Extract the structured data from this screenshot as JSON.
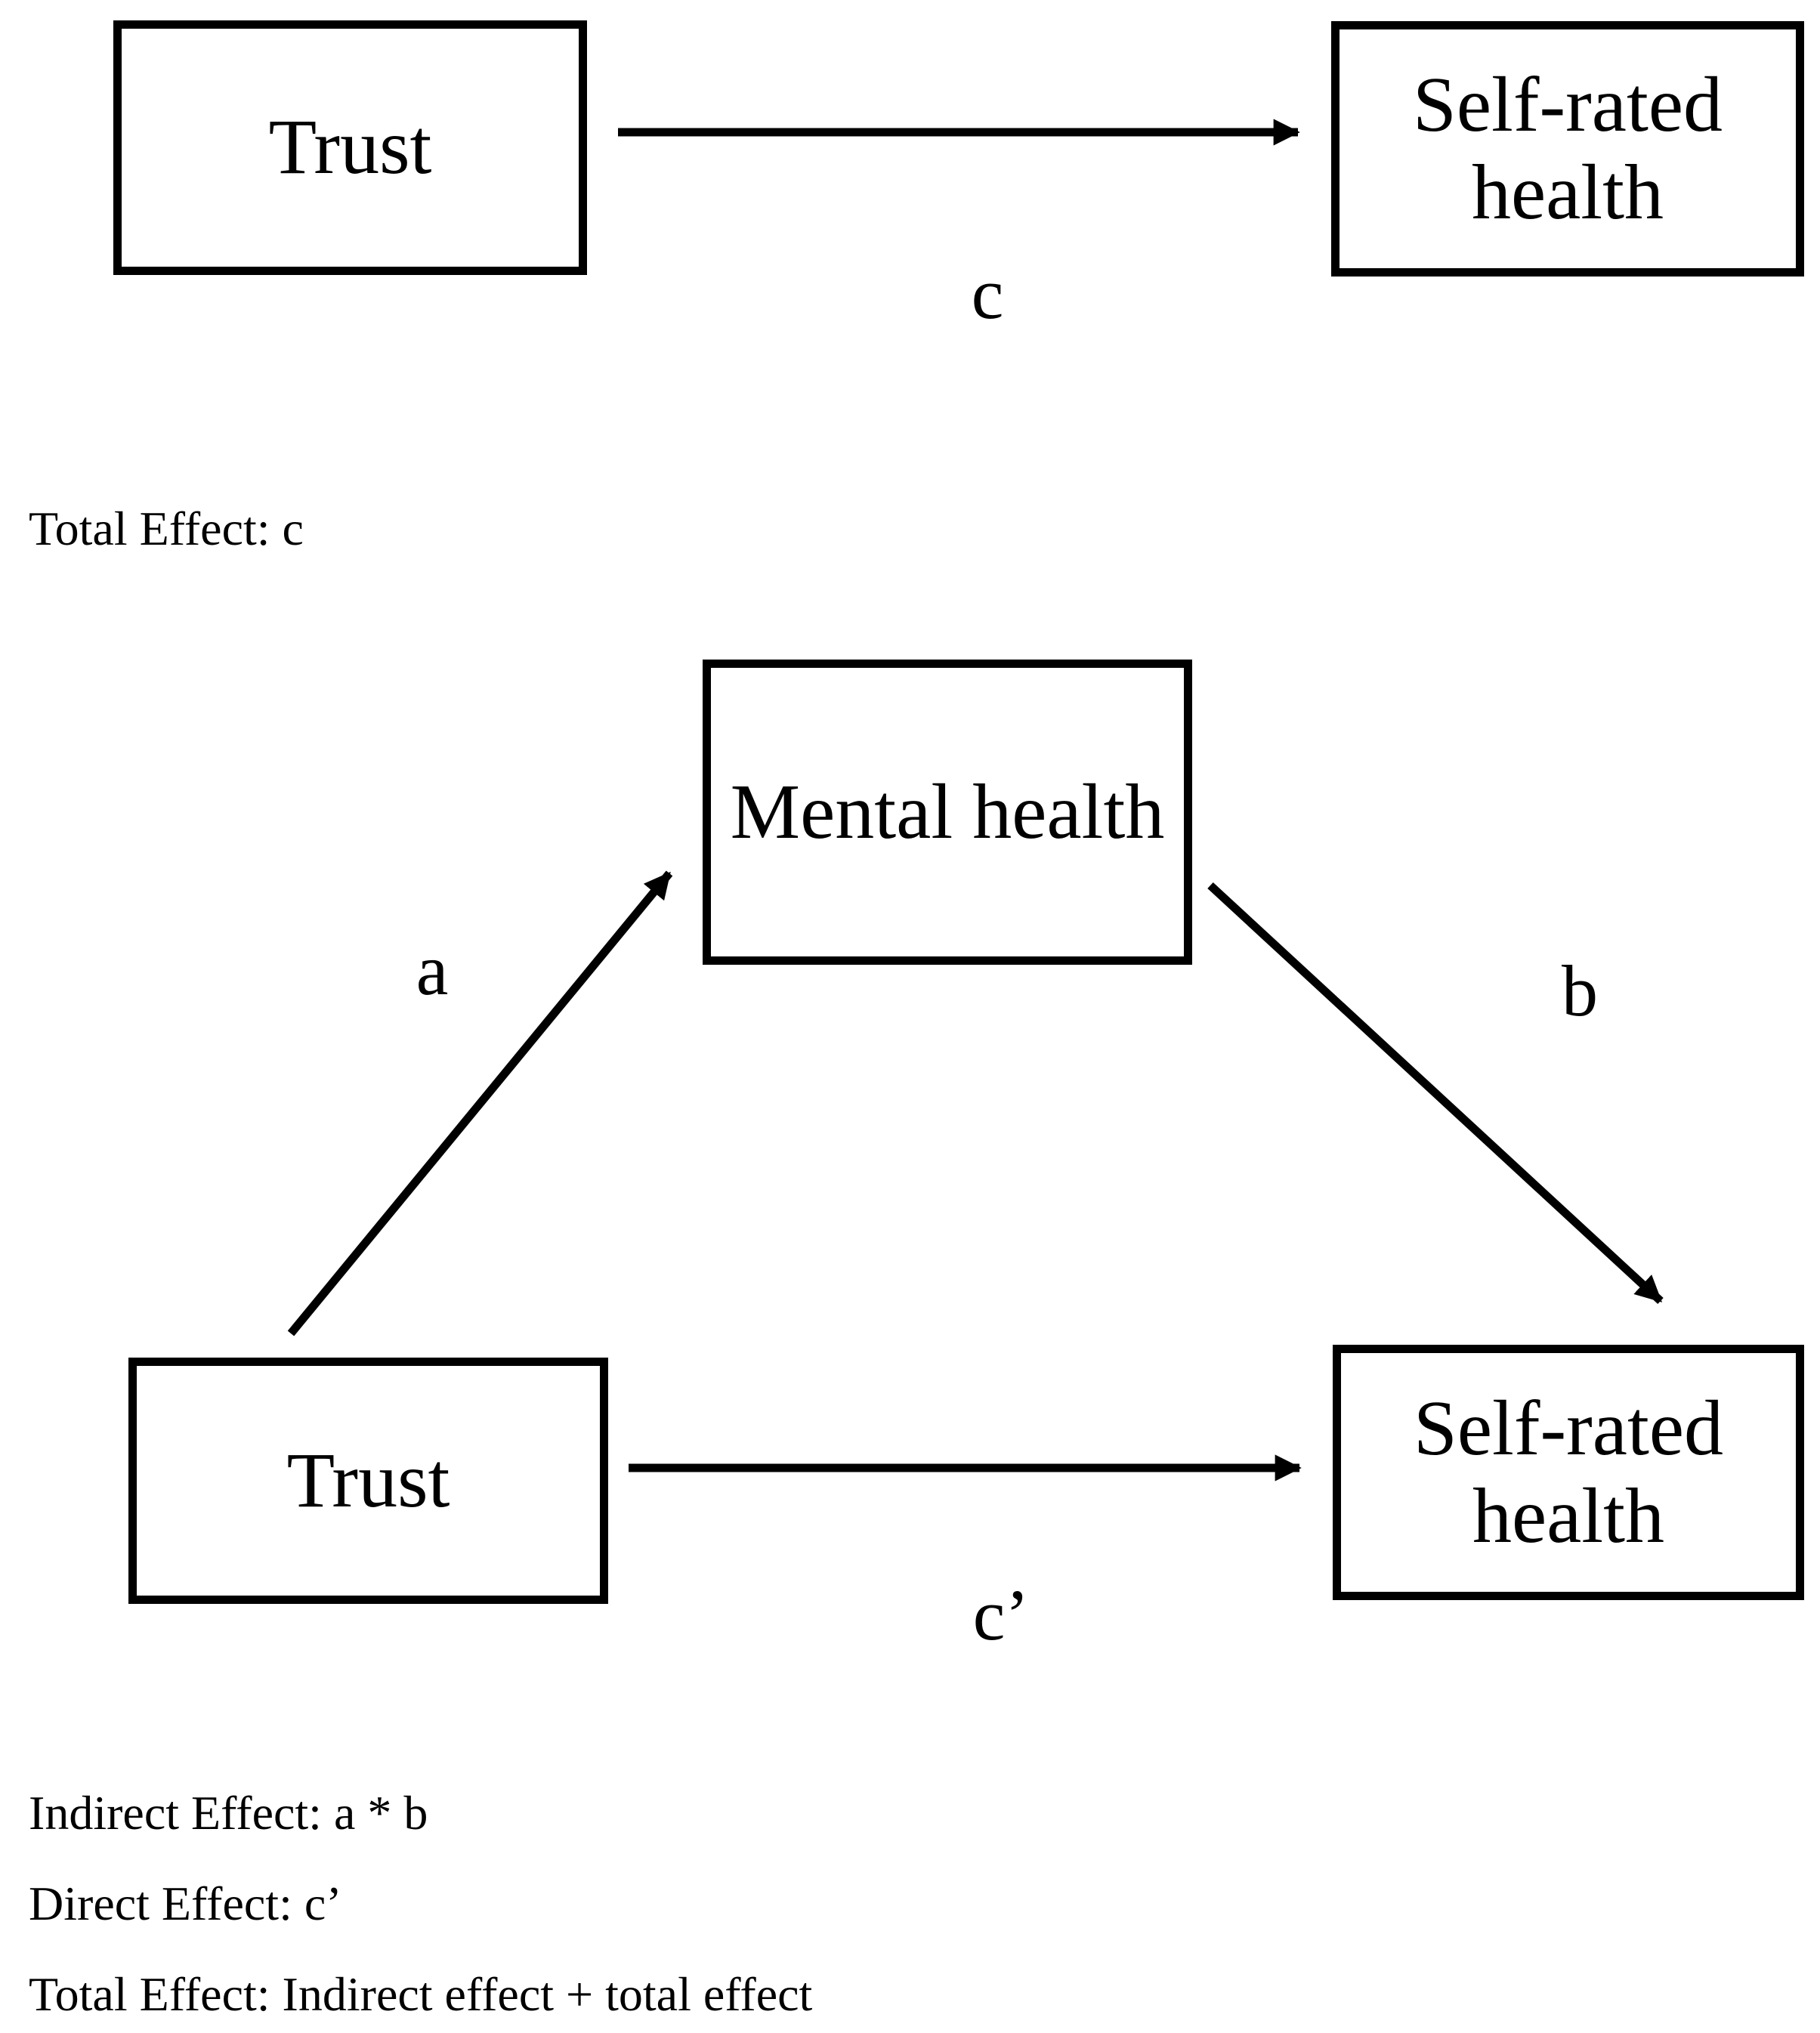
{
  "canvas": {
    "background_color": "#ffffff",
    "ink_color": "#000000"
  },
  "total_effect_model": {
    "predictor_label": "Trust",
    "outcome_label": "Self-rated health",
    "path_c_label": "c",
    "caption": "Total Effect: c"
  },
  "mediation_model": {
    "predictor_label": "Trust",
    "mediator_label": "Mental health",
    "outcome_label": "Self-rated health",
    "path_a_label": "a",
    "path_b_label": "b",
    "path_c_prime_label": "c’",
    "captions": {
      "indirect_effect": "Indirect Effect: a * b",
      "direct_effect": "Direct Effect: c’",
      "total_effect": "Total Effect: Indirect effect + total effect"
    }
  }
}
